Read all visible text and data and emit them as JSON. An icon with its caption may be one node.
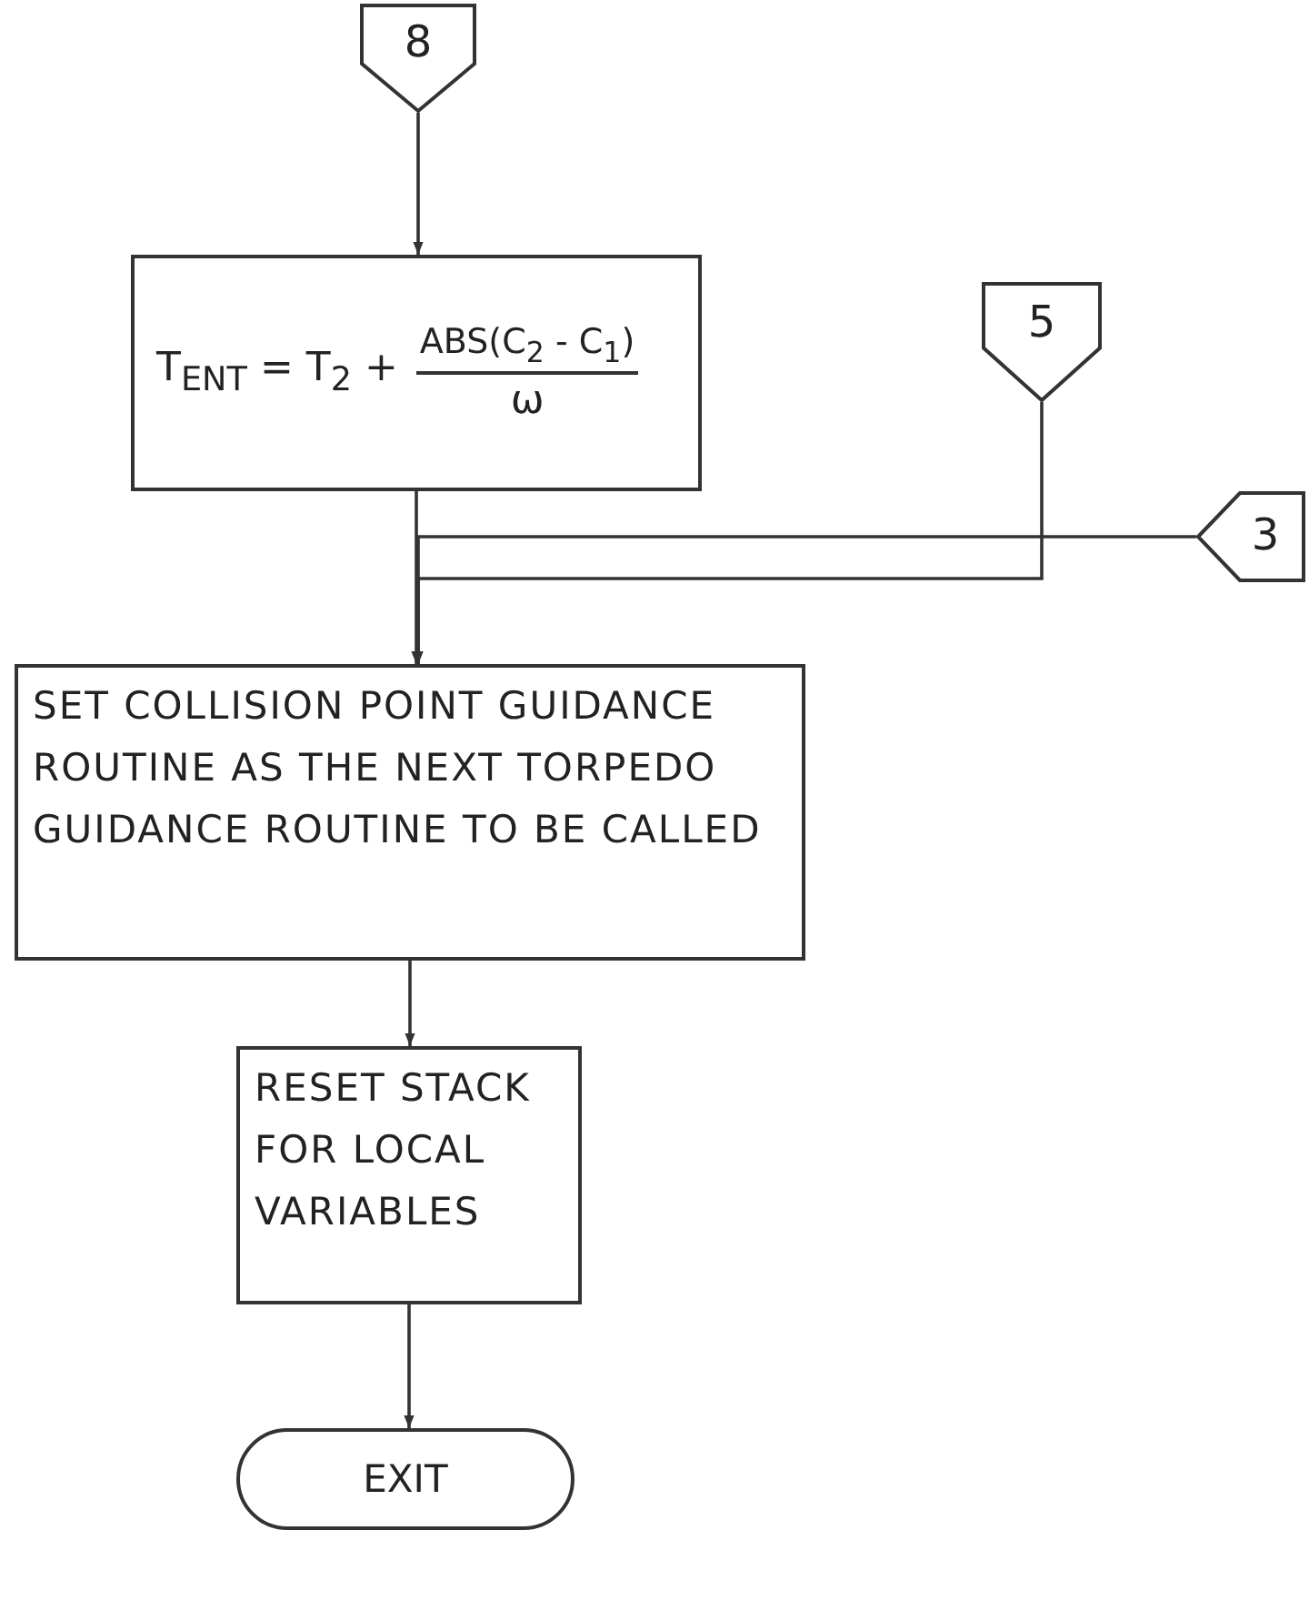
{
  "diagram": {
    "nodes": [
      {
        "text": [
          "8"
        ]
      },
      {
        "text": [
          "T$_{ENT}$ = T$_{2}$ +",
          "ABS(C$_{2}$ - C$_{1}$)",
          "ω"
        ]
      },
      {
        "text": [
          "5"
        ]
      },
      {
        "text": [
          "3"
        ]
      },
      {
        "text": [
          "SET COLLISION POINT GUIDANCE ROUTINE AS THE NEXT TORPEDO GUIDANCE ROUTINE TO BE CALLED"
        ]
      },
      {
        "text": [
          "RESET STACK FOR LOCAL VARIABLES"
        ]
      },
      {
        "text": [
          "EXIT"
        ]
      }
    ],
    "edges": [
      {
        "from": 0,
        "to": 1,
        "arrow": "to"
      },
      {
        "from": 1,
        "to": 4,
        "arrow": "to"
      },
      {
        "from": 2,
        "to": 4,
        "arrow": "to"
      },
      {
        "from": 3,
        "to": 4,
        "arrow": "to"
      },
      {
        "from": 4,
        "to": 5,
        "arrow": "to"
      },
      {
        "from": 5,
        "to": 6,
        "arrow": "to"
      }
    ]
  }
}
